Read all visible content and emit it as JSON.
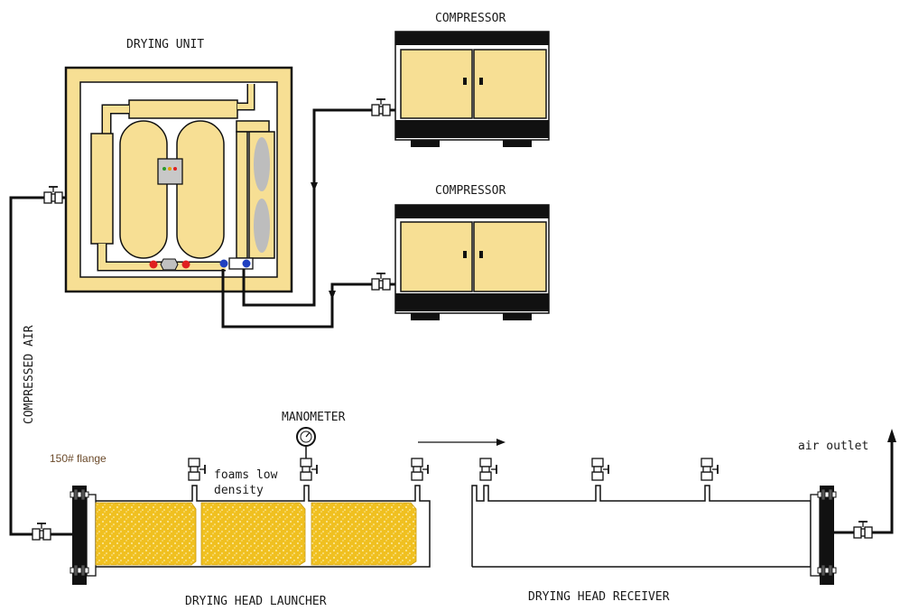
{
  "labels": {
    "drying_unit": "DRYING UNIT",
    "compressor_1": "COMPRESSOR",
    "compressor_2": "COMPRESSOR",
    "compressed_air": "COMPRESSED AIR",
    "manometer": "MANOMETER",
    "flange": "150# flange",
    "foams_line1": "foams low",
    "foams_line2": "density",
    "air_outlet": "air outlet",
    "launcher": "DRYING HEAD LAUNCHER",
    "receiver": "DRYING HEAD RECEIVER"
  },
  "colors": {
    "equipment_fill": "#f7df94",
    "foam_fill": "#f0c020",
    "valve_red": "#e02020",
    "valve_blue": "#2040c0",
    "pipe": "#111111"
  }
}
